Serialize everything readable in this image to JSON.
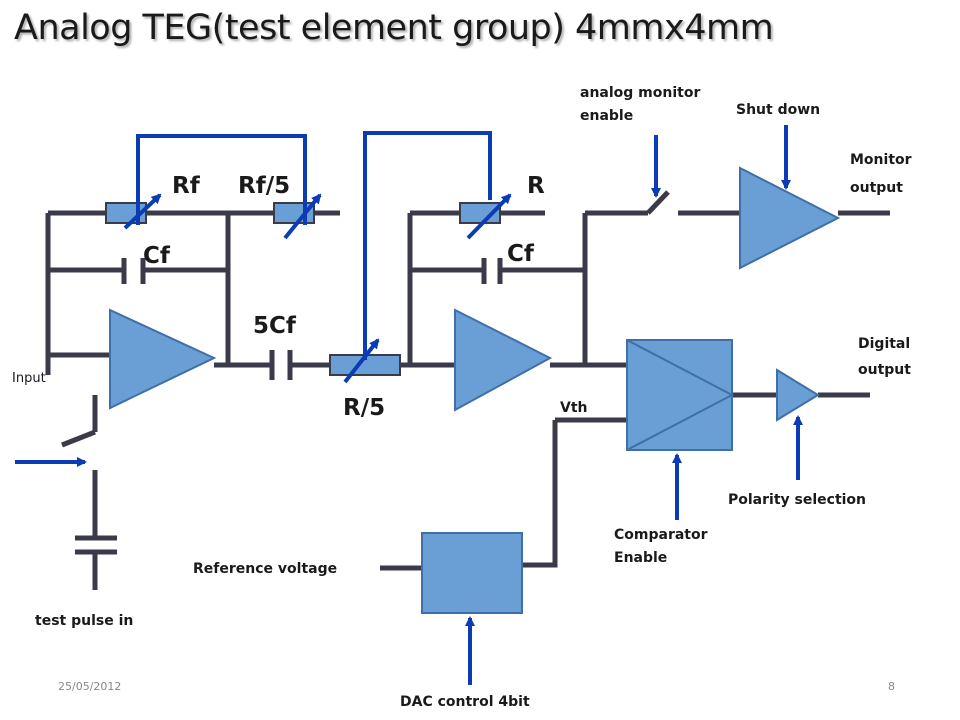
{
  "title": "Analog TEG(test element group) 4mmx4mm",
  "labels": {
    "rf": "Rf",
    "rf5": "Rf/5",
    "r": "R",
    "cf_left": "Cf",
    "cf_right": "Cf",
    "cf5": "5Cf",
    "r5": "R/5",
    "input": "Input",
    "test_pulse": "test pulse in",
    "analog_monitor_1": "analog monitor",
    "analog_monitor_2": "enable",
    "shut_down": "Shut down",
    "monitor_output_1": "Monitor",
    "monitor_output_2": "output",
    "digital_output_1": "Digital",
    "digital_output_2": "output",
    "vth": "Vth",
    "polarity": "Polarity selection",
    "comparator_1": "Comparator",
    "comparator_2": "Enable",
    "reference": "Reference voltage",
    "dac": "DAC control 4bit"
  },
  "footer": {
    "date": "25/05/2012",
    "page": "8"
  },
  "colors": {
    "accent_blue": "#0b3bb5",
    "fill_blue": "#6a9fd6",
    "wire": "#3a3a4a"
  }
}
